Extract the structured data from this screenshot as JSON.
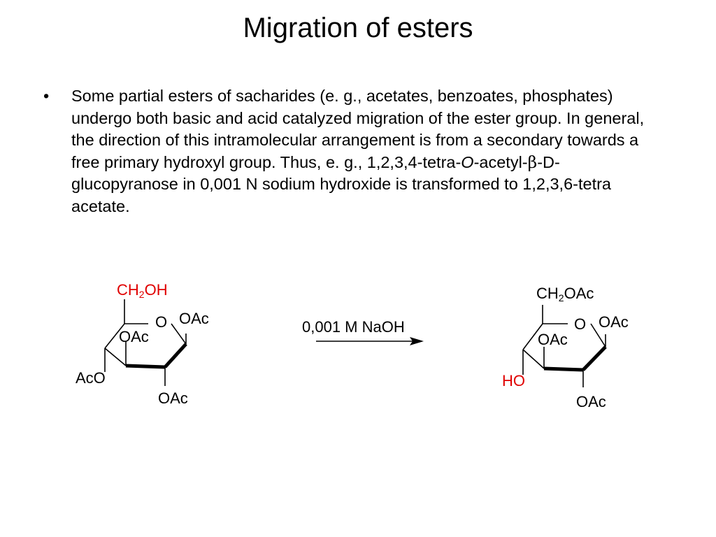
{
  "title": "Migration of esters",
  "bullet": {
    "marker": "•",
    "text_part1": "Some partial esters of sacharides (e. g., acetates, benzoates, phosphates) undergo both basic and acid catalyzed migration of the ester group. In general, the direction of this intramolecular arrangement is from a secondary towards a free primary hydroxyl group. Thus, e. g., 1,2,3,4-tetra-",
    "text_italic_o": "O",
    "text_part2": "-acetyl-",
    "text_beta": "β",
    "text_part3": "-D-glucopyranose in 0,001 N sodium hydroxide is transformed to 1,2,3,6-tetra acetate."
  },
  "reaction": {
    "condition": "0,001 M NaOH",
    "reactant": {
      "c6_prefix": "CH",
      "c6_sub": "2",
      "c6_suffix": "OH",
      "ring_o": "O",
      "c1_sub": "OAc",
      "c2_sub": "OAc",
      "c3_sub": "OAc",
      "c4_sub": "AcO"
    },
    "product": {
      "c6_prefix": "CH",
      "c6_sub": "2",
      "c6_suffix": "OAc",
      "ring_o": "O",
      "c1_sub": "OAc",
      "c2_sub": "OAc",
      "c3_sub": "OAc",
      "c4_sub": "HO"
    },
    "colors": {
      "highlight": "#e00000",
      "bond": "#000000"
    }
  }
}
